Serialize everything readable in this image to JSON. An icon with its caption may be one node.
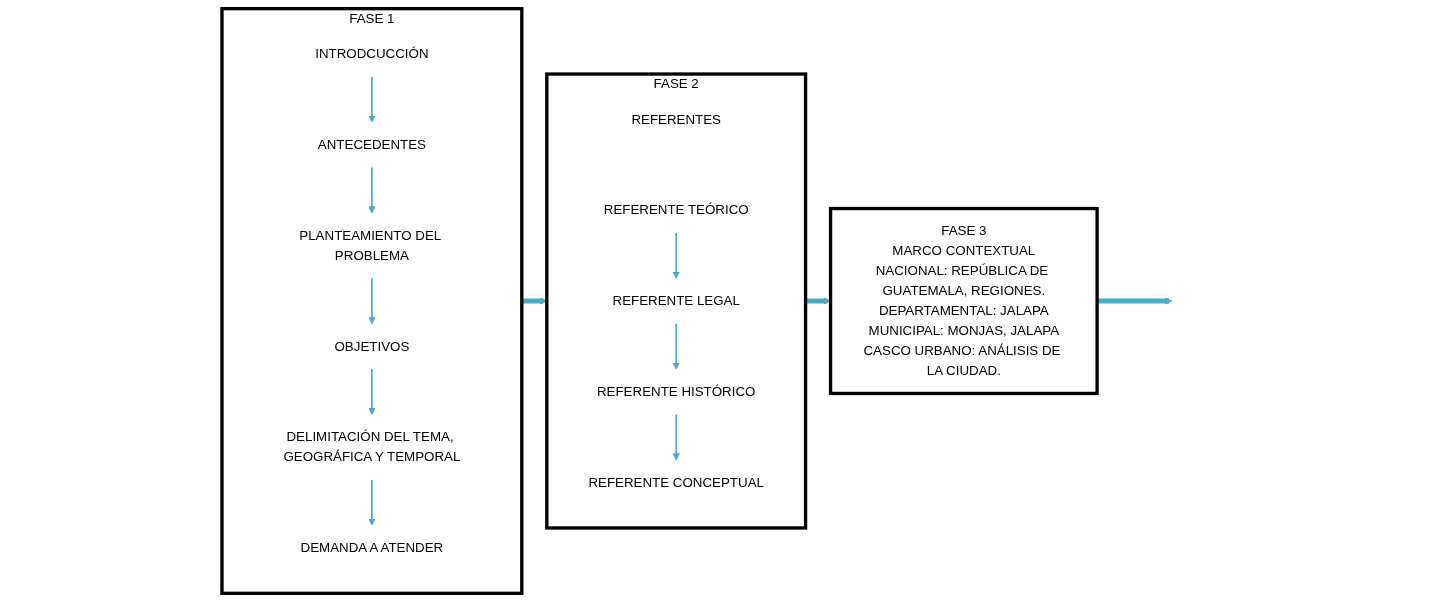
{
  "diagram": {
    "nodes": [
      {
        "text": [
          "FASE 1"
        ]
      },
      {
        "text": [
          "INTRODCUCCIÓN"
        ],
        "in": 0
      },
      {
        "text": [
          "ANTECEDENTES"
        ],
        "in": 0
      },
      {
        "text": [
          "PLANTEAMIENTO DEL PROBLEMA"
        ],
        "in": 0
      },
      {
        "text": [
          "OBJETIVOS"
        ],
        "in": 0
      },
      {
        "text": [
          "DELIMITACIÓN DEL TEMA, GEOGRÁFICA Y TEMPORAL"
        ],
        "in": 0
      },
      {
        "text": [
          "DEMANDA A ATENDER"
        ],
        "in": 0
      },
      {
        "text": [
          "FASE 2"
        ]
      },
      {
        "text": [
          "REFERENTES"
        ],
        "in": 7
      },
      {
        "text": [
          "REFERENTE TEÓRICO"
        ],
        "in": 7
      },
      {
        "text": [
          "REFERENTE LEGAL"
        ],
        "in": 7
      },
      {
        "text": [
          "REFERENTE HISTÓRICO"
        ],
        "in": 7
      },
      {
        "text": [
          "REFERENTE CONCEPTUAL"
        ],
        "in": 7
      },
      {
        "text": [
          "FASE 3",
          "MARCO CONTEXTUAL",
          "NACIONAL: REPÚBLICA DE GUATEMALA, REGIONES.",
          "DEPARTAMENTAL: JALAPA",
          "MUNICIPAL: MONJAS, JALAPA",
          "CASCO URBANO: ANÁLISIS DE LA CIUDAD."
        ]
      }
    ],
    "edges": [
      {
        "from": 1,
        "to": 2,
        "arrow": "to"
      },
      {
        "from": 2,
        "to": 3,
        "arrow": "to"
      },
      {
        "from": 3,
        "to": 4,
        "arrow": "to"
      },
      {
        "from": 4,
        "to": 5,
        "arrow": "to"
      },
      {
        "from": 5,
        "to": 6,
        "arrow": "to"
      },
      {
        "from": 0,
        "to": 7,
        "arrow": "to",
        "style": "thick"
      },
      {
        "from": 9,
        "to": 10,
        "arrow": "to"
      },
      {
        "from": 10,
        "to": 11,
        "arrow": "to"
      },
      {
        "from": 11,
        "to": 12,
        "arrow": "to"
      },
      {
        "from": 7,
        "to": 13,
        "arrow": "to",
        "style": "thick"
      },
      {
        "from": 13,
        "to": null,
        "arrow": "to",
        "style": "thick"
      }
    ]
  }
}
